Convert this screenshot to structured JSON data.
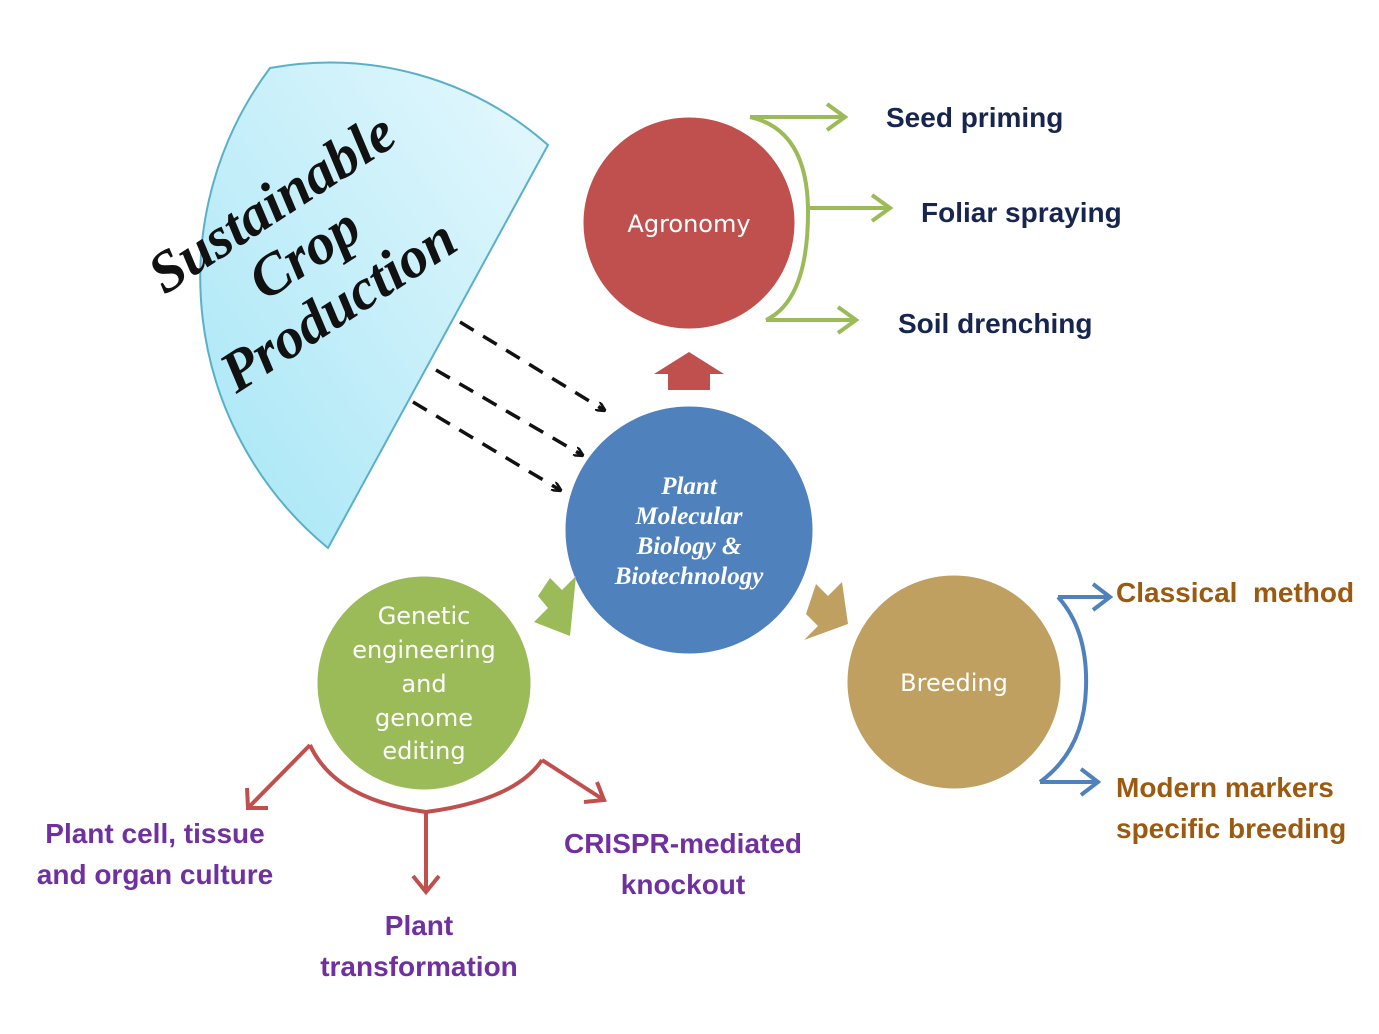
{
  "title": {
    "line1": "Sustainable",
    "line2": "Crop",
    "line3": "Production"
  },
  "center": {
    "line1": "Plant",
    "line2": "Molecular",
    "line3": "Biology &",
    "line4": "Biotechnology"
  },
  "agronomy": {
    "label": "Agronomy",
    "items": [
      "Seed priming",
      "Foliar spraying",
      "Soil drenching"
    ]
  },
  "genetic": {
    "line1": "Genetic",
    "line2": "engineering",
    "line3": "and",
    "line4": "genome",
    "line5": "editing",
    "items": [
      {
        "line1": "Plant cell, tissue",
        "line2": "and organ culture"
      },
      {
        "line1": "Plant",
        "line2": "transformation"
      },
      {
        "line1": "CRISPR-mediated",
        "line2": "knockout"
      }
    ]
  },
  "breeding": {
    "label": "Breeding",
    "items": [
      {
        "line1": "Classical  method"
      },
      {
        "line1": "Modern markers",
        "line2": "specific breeding"
      }
    ]
  },
  "colors": {
    "title_fan": "#b8ecf8",
    "agronomy": "#c0504d",
    "center": "#4f81bd",
    "genetic": "#9bbb59",
    "breeding": "#c0a060",
    "agronomy_text": "#17254f",
    "genetic_text": "#7030a0",
    "breeding_text": "#9c5a10"
  }
}
